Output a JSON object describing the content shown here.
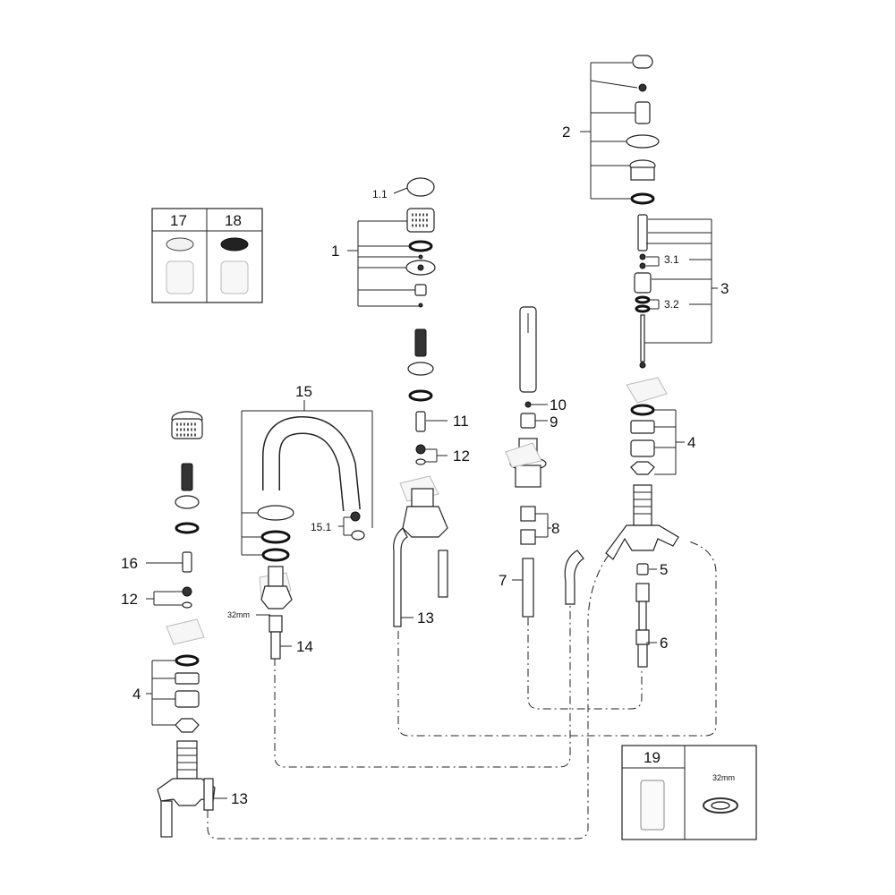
{
  "callouts": {
    "c1": "1",
    "c1_1": "1.1",
    "c2": "2",
    "c3": "3",
    "c3_1": "3.1",
    "c3_2": "3.2",
    "c4_right": "4",
    "c4_left": "4",
    "c5": "5",
    "c6": "6",
    "c7": "7",
    "c8": "8",
    "c9": "9",
    "c10": "10",
    "c11": "11",
    "c12_mid": "12",
    "c12_left": "12",
    "c13_center": "13",
    "c13_left": "13",
    "c14": "14",
    "c15": "15",
    "c15_1": "15.1",
    "c16": "16",
    "dim_32mm": "32mm"
  },
  "finish_box": {
    "header_17": "17",
    "header_18": "18"
  },
  "spare_box": {
    "header_19": "19",
    "dim_32mm": "32mm"
  }
}
